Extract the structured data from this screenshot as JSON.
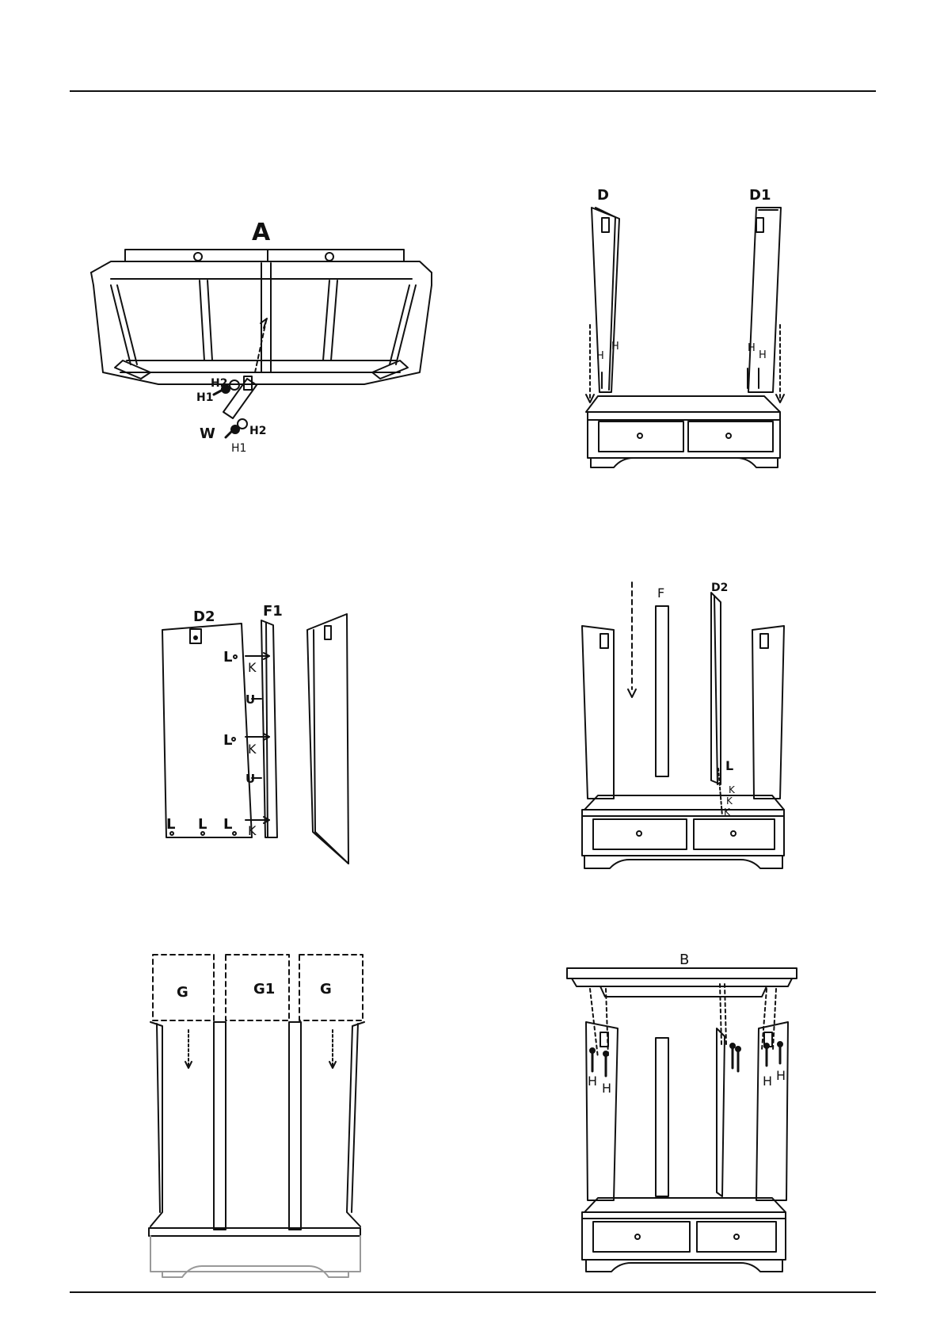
{
  "panels": {
    "step1": {
      "labels": {
        "a": "A",
        "w": "W",
        "h2_top": "H2",
        "h1_top": "H1",
        "h2_bottom": "H2",
        "h1_bottom": "H1"
      }
    },
    "step2": {
      "labels": {
        "d": "D",
        "d1": "D1",
        "h_left_1": "H",
        "h_left_2": "H",
        "h_right_1": "H",
        "h_right_2": "H"
      }
    },
    "step3": {
      "labels": {
        "d2": "D2",
        "f1": "F1",
        "l1": "L",
        "l2": "L",
        "l3": "L",
        "l4": "L",
        "l5": "L",
        "k1": "K",
        "k2": "K",
        "k3": "K",
        "u1": "U",
        "u2": "U"
      }
    },
    "step4": {
      "labels": {
        "f": "F",
        "d2": "D2",
        "l": "L",
        "k1": "K",
        "k2": "K",
        "k3": "K"
      }
    },
    "step5": {
      "labels": {
        "g_left": "G",
        "g1": "G1",
        "g_right": "G"
      }
    },
    "step6": {
      "labels": {
        "b": "B",
        "h1": "H",
        "h2": "H",
        "h3": "H",
        "h4": "H"
      }
    }
  },
  "colors": {
    "line": "#111111",
    "background": "#ffffff"
  }
}
